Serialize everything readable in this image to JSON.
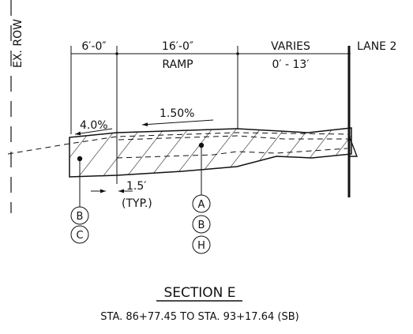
{
  "row_label": "EX. ROW",
  "dimensions": {
    "shoulder_width": "6′-0″",
    "ramp_width": "16′-0″",
    "ramp_label": "RAMP",
    "varies_label": "VARIES",
    "varies_range": "0′ - 13′",
    "lane_label": "LANE 2"
  },
  "slopes": {
    "shoulder_slope": "4.0%",
    "ramp_slope": "1.50%"
  },
  "offset": {
    "value": "1.5′",
    "note": "(TYP.)"
  },
  "callouts": {
    "left": [
      "B",
      "C"
    ],
    "center": [
      "A",
      "B",
      "H"
    ]
  },
  "section": {
    "title": "SECTION E",
    "station": "STA. 86+77.45 TO STA. 93+17.64 (SB)"
  }
}
